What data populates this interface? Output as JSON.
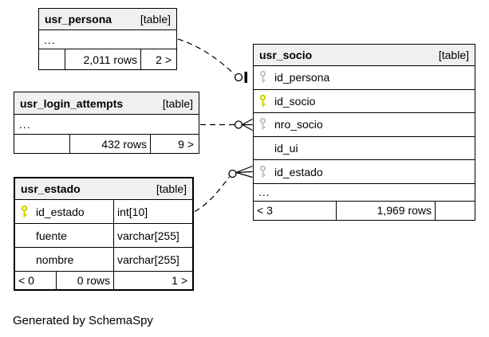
{
  "footer_text": "Generated by SchemaSpy",
  "colors": {
    "pk_key": "#d4d400",
    "fk_key": "#c6c6c6",
    "header_bg": "#f0f0f0",
    "line": "#000000"
  },
  "tables": {
    "usr_persona": {
      "name": "usr_persona",
      "badge": "[table]",
      "ellipsis": "...",
      "stats": {
        "left": "",
        "rows": "2,011 rows",
        "links": "2 >"
      }
    },
    "usr_login_attempts": {
      "name": "usr_login_attempts",
      "badge": "[table]",
      "ellipsis": "...",
      "stats": {
        "left": "",
        "rows": "432 rows",
        "links": "9 >"
      }
    },
    "usr_estado": {
      "name": "usr_estado",
      "badge": "[table]",
      "columns": [
        {
          "name": "id_estado",
          "type": "int[10]",
          "key": "primary"
        },
        {
          "name": "fuente",
          "type": "varchar[255]",
          "key": "none"
        },
        {
          "name": "nombre",
          "type": "varchar[255]",
          "key": "none"
        }
      ],
      "stats": {
        "left": "< 0",
        "rows": "0 rows",
        "links": "1 >"
      }
    },
    "usr_socio": {
      "name": "usr_socio",
      "badge": "[table]",
      "columns": [
        {
          "name": "id_persona",
          "key": "foreign"
        },
        {
          "name": "id_socio",
          "key": "primary"
        },
        {
          "name": "nro_socio",
          "key": "foreign"
        },
        {
          "name": "id_ui",
          "key": "none"
        },
        {
          "name": "id_estado",
          "key": "foreign"
        }
      ],
      "ellipsis": "...",
      "stats": {
        "left": "< 3",
        "rows": "1,969 rows",
        "links": ""
      }
    }
  },
  "relationships": [
    {
      "from": "usr_persona",
      "to_table": "usr_socio",
      "to_column": "id_persona",
      "end_marker": "zero-or-one",
      "line_style": "dashed"
    },
    {
      "from": "usr_login_attempts",
      "to_table": "usr_socio",
      "to_column": "nro_socio",
      "end_marker": "zero-or-many",
      "line_style": "dashed"
    },
    {
      "from": "usr_estado",
      "to_table": "usr_socio",
      "to_column": "id_estado",
      "end_marker": "zero-or-many",
      "line_style": "dashed"
    }
  ]
}
